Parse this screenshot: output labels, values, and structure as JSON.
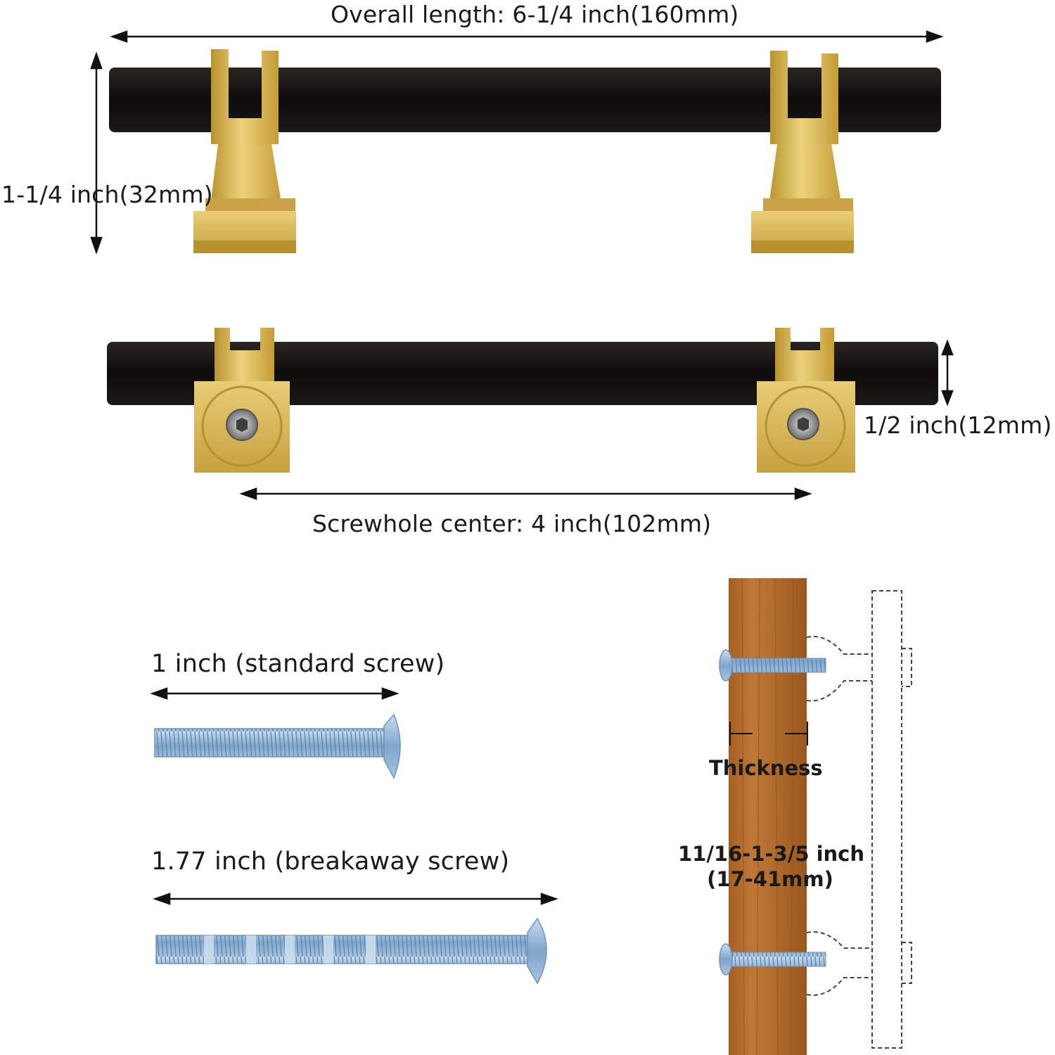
{
  "top_view": {
    "overall_length": "Overall length: 6-1/4 inch(160mm)",
    "height": "1-1/4 inch(32mm)"
  },
  "bottom_view": {
    "bar_width": "1/2 inch(12mm)",
    "screwhole_center": "Screwhole center: 4 inch(102mm)"
  },
  "screws": {
    "standard": "1 inch (standard screw)",
    "breakaway": "1.77 inch (breakaway screw)"
  },
  "mounting": {
    "thickness_label": "Thickness",
    "thickness_range_line1": "11/16-1-3/5 inch",
    "thickness_range_line2": "(17-41mm)"
  },
  "colors": {
    "bar": "#111111",
    "brass": "#d9b64e",
    "wood": "#b36b2c",
    "screw": "#8fb3d3"
  }
}
